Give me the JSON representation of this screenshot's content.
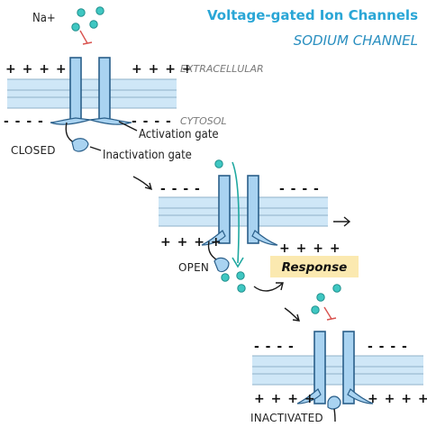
{
  "header": {
    "title": "Voltage-gated Ion Channels",
    "subtitle": "SODIUM CHANNEL"
  },
  "labels": {
    "ion": "Na+",
    "extracellular": "EXTRACELLULAR",
    "cytosol": "CYTOSOL",
    "activation_gate": "Activation gate",
    "inactivation_gate": "Inactivation gate",
    "response": "Response"
  },
  "charges": {
    "positive": "+ + + +",
    "negative": "- - - -"
  },
  "states": {
    "closed": "CLOSED",
    "open": "OPEN",
    "inactivated": "INACTIVATED"
  },
  "colors": {
    "title": "#2aa6d6",
    "membrane": "#cfe7f7",
    "channel": "#a9d3f1",
    "ion": "#3fc7c2",
    "flow_arrow": "#1fa8a0",
    "block_mark": "#d9534f",
    "response_box": "#fbe9b0"
  }
}
